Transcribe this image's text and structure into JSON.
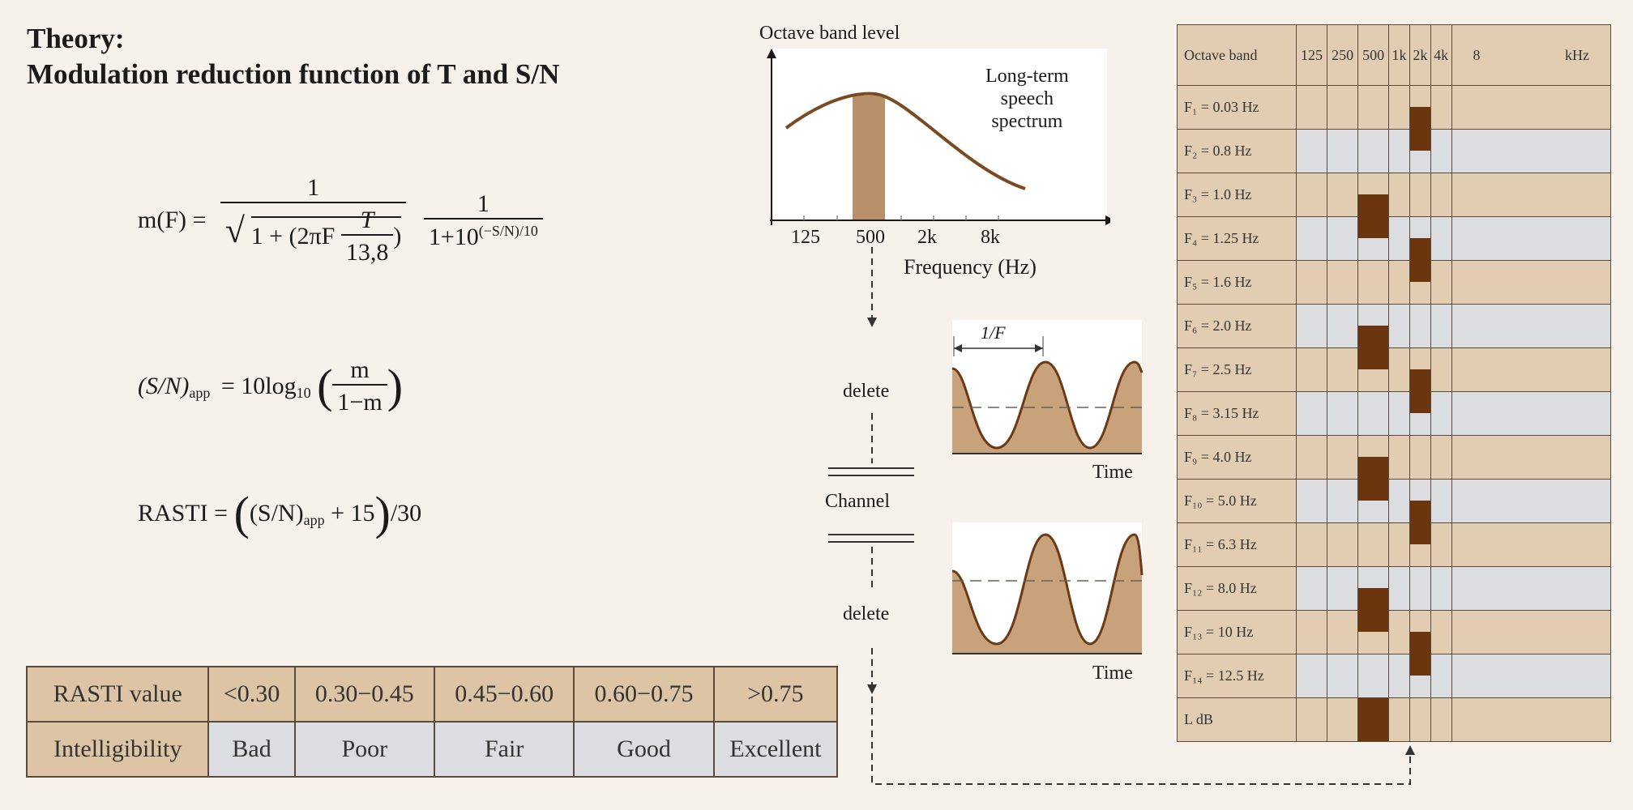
{
  "title": {
    "line1": "Theory:",
    "line2": "Modulation reduction function of T and S/N"
  },
  "equations": {
    "m_lhs": "m(F) =",
    "m_num1": "1",
    "m_rad_inner": "1 + (2πF",
    "m_frac_T": "T",
    "m_frac_138": "13,8",
    "m_num2": "1",
    "m_den2_base": "1+10",
    "m_den2_exp": "(−S/N)/10",
    "sn_lhs": "(S/N)",
    "sn_lhs_sub": "app",
    "sn_rhs": "= 10log",
    "sn_rhs_sub": "10",
    "sn_num": "m",
    "sn_den": "1−m",
    "rasti_lhs": "RASTI =",
    "rasti_inner": "(S/N)",
    "rasti_inner_sub": "app",
    "rasti_plus": "+ 15",
    "rasti_div": "/30"
  },
  "rasti_table": {
    "row1": [
      "RASTI value",
      "<0.30",
      "0.30−0.45",
      "0.45−0.60",
      "0.60−0.75",
      ">0.75"
    ],
    "row2": [
      "Intelligibility",
      "Bad",
      "Poor",
      "Fair",
      "Good",
      "Excellent"
    ]
  },
  "spectrum": {
    "ylabel": "Octave band level",
    "legend": [
      "Long-term",
      "speech",
      "spectrum"
    ],
    "ticks": [
      "125",
      "500",
      "2k",
      "8k"
    ],
    "xlabel": "Frequency (Hz)"
  },
  "flow": {
    "delete_top": "delete",
    "channel": "Channel",
    "delete_bottom": "delete",
    "period_label": "1/F",
    "time_top": "Time",
    "time_bottom": "Time"
  },
  "band_table": {
    "corner": "Octave band",
    "columns": [
      "125",
      "250",
      "500",
      "1k",
      "2k",
      "4k",
      "8 kHz"
    ],
    "rows": [
      {
        "label": "F₁ = 0.03 Hz",
        "mark_col": 4
      },
      {
        "label": "F₂ = 0.8 Hz",
        "mark_col": null
      },
      {
        "label": "F₃ = 1.0 Hz",
        "mark_col": 2
      },
      {
        "label": "F₄ = 1.25 Hz",
        "mark_col": 4
      },
      {
        "label": "F₅ = 1.6 Hz",
        "mark_col": null
      },
      {
        "label": "F₆ = 2.0 Hz",
        "mark_col": 2
      },
      {
        "label": "F₇ = 2.5 Hz",
        "mark_col": 4
      },
      {
        "label": "F₈ = 3.15 Hz",
        "mark_col": null
      },
      {
        "label": "F₉ = 4.0 Hz",
        "mark_col": 2
      },
      {
        "label": "F₁₀ = 5.0 Hz",
        "mark_col": 4
      },
      {
        "label": "F₁₁ = 6.3 Hz",
        "mark_col": null
      },
      {
        "label": "F₁₂ = 8.0 Hz",
        "mark_col": 2
      },
      {
        "label": "F₁₃ = 10 Hz",
        "mark_col": 4
      },
      {
        "label": "F₁₄ = 12.5 Hz",
        "mark_col": null
      },
      {
        "label": "L dB",
        "mark_col": 2
      }
    ]
  },
  "colors": {
    "background": "#f6f1ea",
    "tan": "#dcc4a5",
    "grey": "#dcdde0",
    "mark": "#6b3510",
    "curve": "#7a4a22"
  }
}
